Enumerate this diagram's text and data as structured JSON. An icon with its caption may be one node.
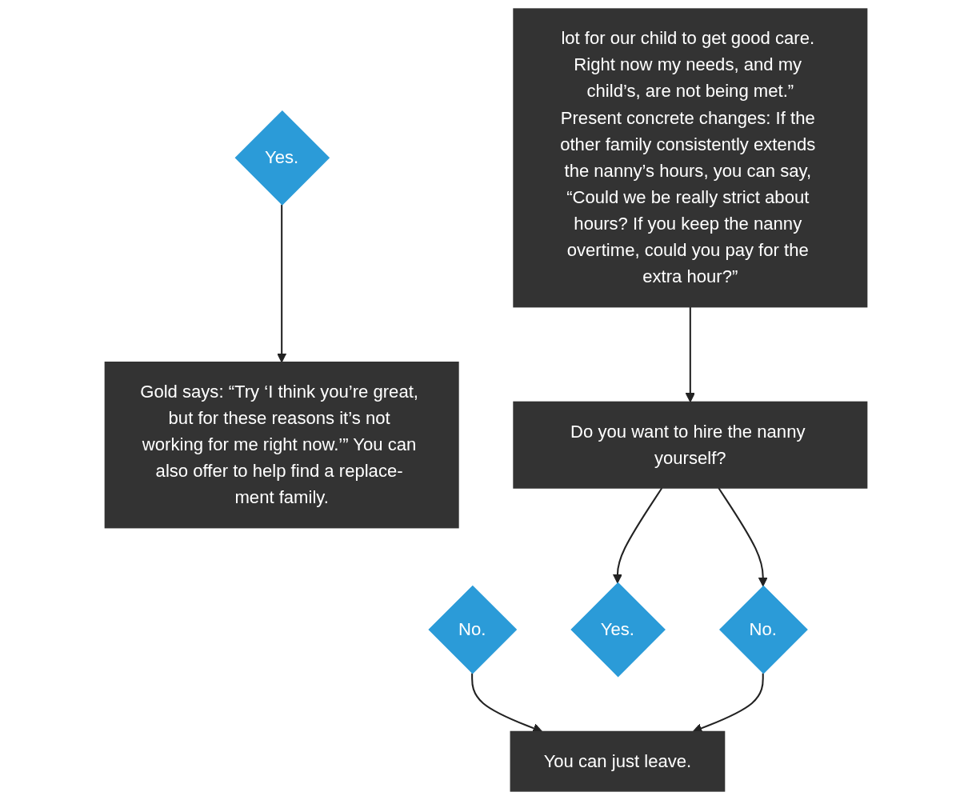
{
  "diagram": {
    "nodes": [
      {
        "text": [
          "lot for our child to get good care. Right now my needs, and my child’s, are not being met.”",
          "Present concrete changes: If the other family consistently extends the nanny’s hours, you can say, “Could we be really strict about hours? If you keep the nanny overtime, could you pay for the extra hour?”"
        ]
      },
      {
        "text": [
          "Yes."
        ]
      },
      {
        "text": [
          "No."
        ]
      },
      {
        "text": [
          "Gold says: “Try ‘I think you’re great, but for these reasons it’s not working for me right now.’” You can also offer to help find a replace- ment family."
        ]
      },
      {
        "text": [
          "You can just leave."
        ]
      },
      {
        "text": [
          "Do you want to hire the nanny yourself?"
        ]
      },
      {
        "text": [
          "Yes."
        ]
      },
      {
        "text": [
          "No."
        ]
      }
    ],
    "edges": [
      {
        "from": 1,
        "to": 3,
        "arrow": "to"
      },
      {
        "from": 2,
        "to": 4,
        "arrow": "to"
      },
      {
        "from": 0,
        "to": 5,
        "arrow": "to"
      },
      {
        "from": 5,
        "to": 6,
        "arrow": "to"
      },
      {
        "from": 5,
        "to": 7,
        "arrow": "to"
      },
      {
        "from": 7,
        "to": 4,
        "arrow": "to"
      }
    ]
  }
}
